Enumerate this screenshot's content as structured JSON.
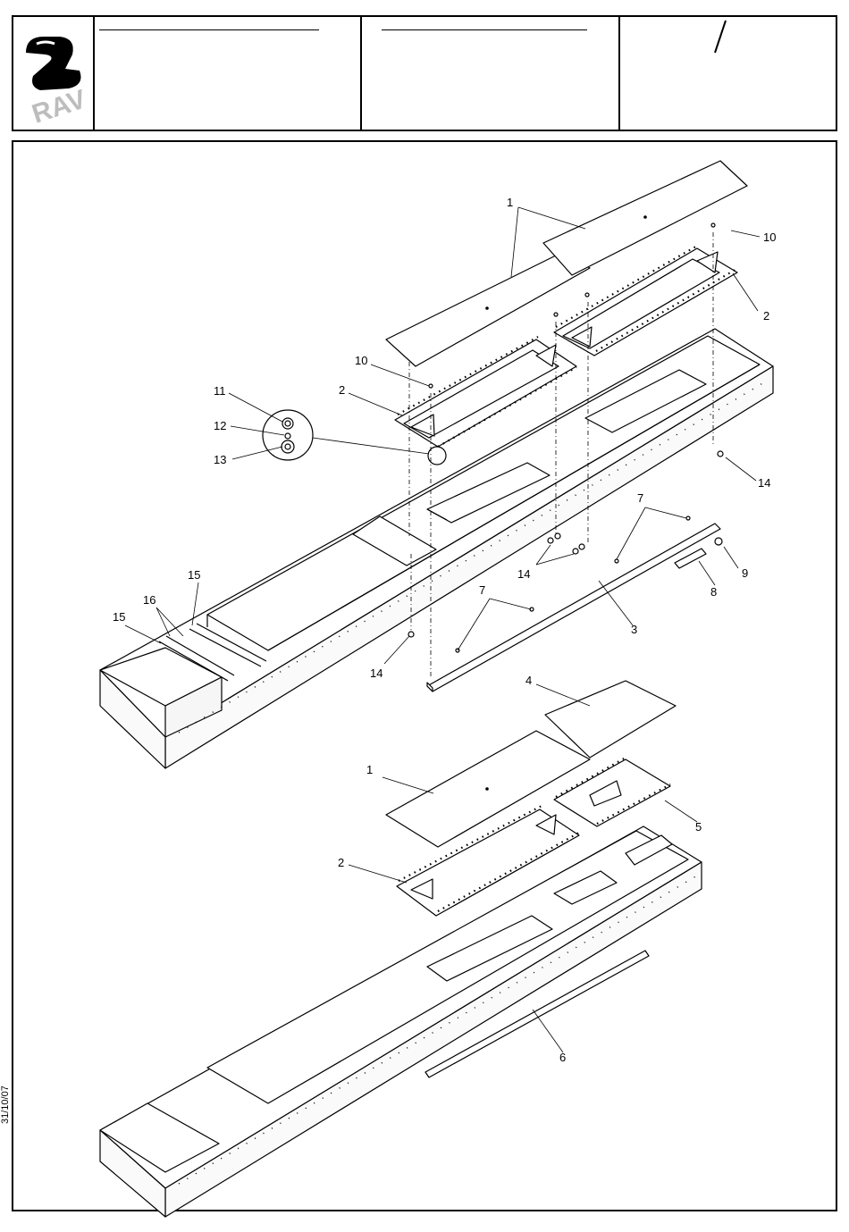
{
  "header": {
    "logo_text": "RAV",
    "slash": "/"
  },
  "date": "31/10/07",
  "callouts": [
    "1",
    "10",
    "2",
    "10",
    "2",
    "11",
    "12",
    "13",
    "14",
    "7",
    "8",
    "9",
    "3",
    "14",
    "15",
    "16",
    "15",
    "7",
    "14",
    "4",
    "1",
    "5",
    "2",
    "6"
  ],
  "colors": {
    "line": "#000000",
    "fill": "#ffffff",
    "panel": "#f4f4f4"
  }
}
